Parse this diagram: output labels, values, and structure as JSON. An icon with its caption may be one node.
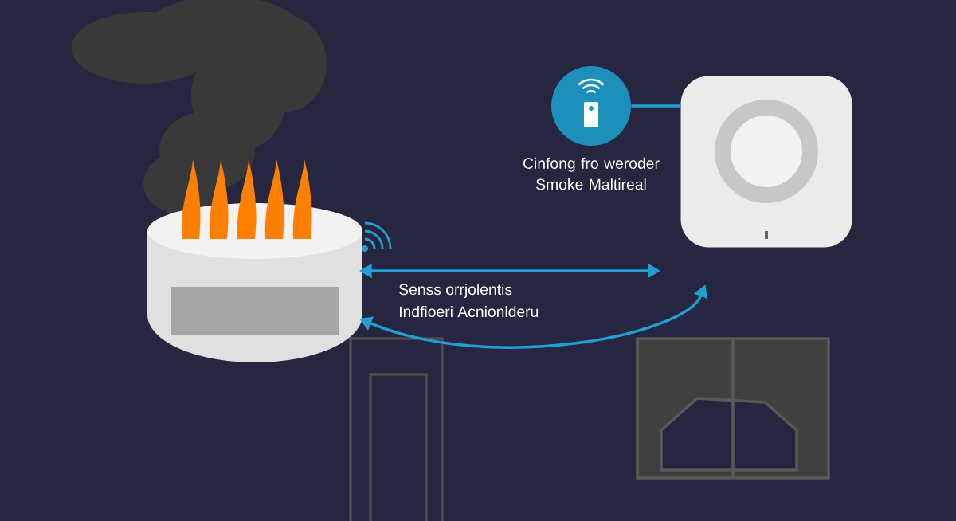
{
  "diagram": {
    "nodes": [
      {
        "text": [],
        "shape": "picture"
      },
      {
        "text": [],
        "shape": "circle",
        "beside": [
          "Cinfong fro weroder Smoke Maltireal"
        ]
      },
      {
        "text": [],
        "shape": "picture"
      }
    ],
    "edges": [
      {
        "from": 0,
        "to": 2,
        "arrow": "both"
      },
      {
        "from": 0,
        "to": 2,
        "arrow": "both"
      },
      {
        "from": 1,
        "to": 2,
        "arrow": "none"
      }
    ],
    "labels": [
      "Senss orrjolentis",
      "Indfioeri Acnionlderu"
    ]
  }
}
